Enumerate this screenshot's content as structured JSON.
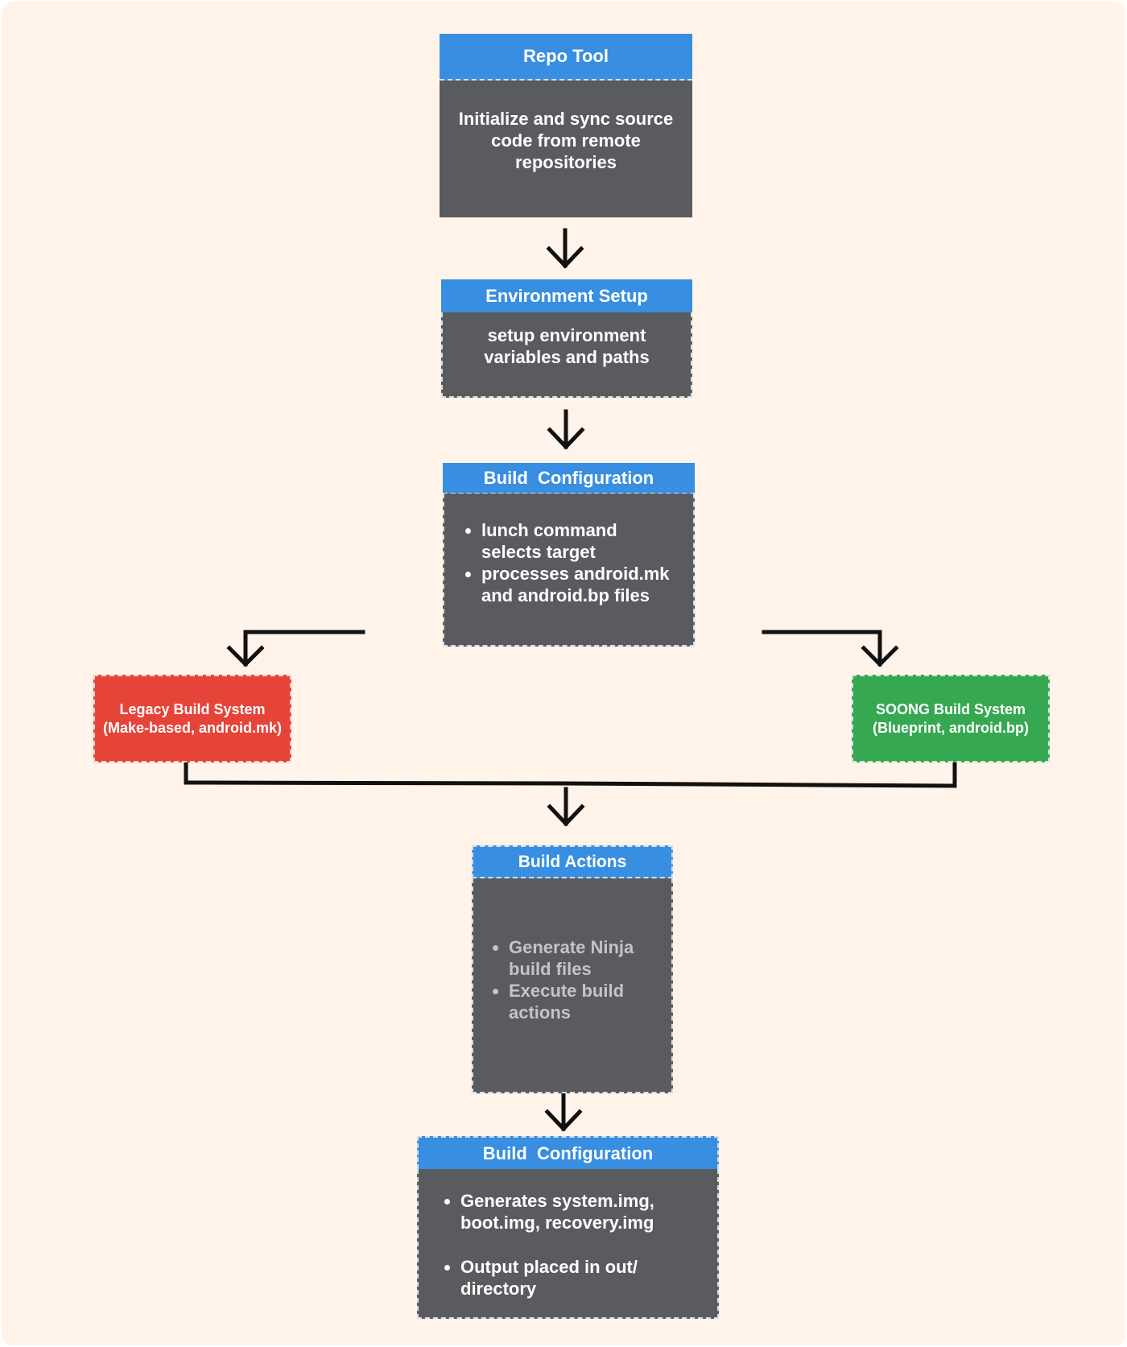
{
  "repo_tool": {
    "title": "Repo Tool",
    "body": "Initialize and sync source code from remote repositories"
  },
  "environment_setup": {
    "title": "Environment Setup",
    "body": "setup environment variables and paths"
  },
  "build_configuration": {
    "title": "Build  Configuration",
    "items": [
      "lunch command selects target",
      "processes android.mk and android.bp files"
    ]
  },
  "legacy_build_system": {
    "line1": "Legacy Build System",
    "line2": "(Make-based, android.mk)"
  },
  "soong_build_system": {
    "line1": "SOONG Build System",
    "line2": "(Blueprint, android.bp)"
  },
  "build_actions": {
    "title": "Build Actions",
    "items": [
      "Generate Ninja build files",
      "Execute build actions"
    ]
  },
  "build_output": {
    "title": "Build  Configuration",
    "items": [
      "Generates system.img, boot.img, recovery.img",
      "Output placed in out/ directory"
    ]
  },
  "colors": {
    "background": "#fff3ea",
    "header": "#388ee0",
    "body": "#5a5b5e",
    "legacy": "#e64339",
    "soong": "#36a852",
    "muted_text": "#c4c4c4"
  }
}
